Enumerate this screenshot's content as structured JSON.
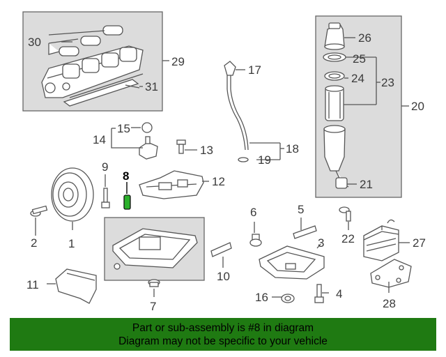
{
  "callouts": [
    "1",
    "2",
    "3",
    "4",
    "5",
    "6",
    "7",
    "8",
    "9",
    "10",
    "11",
    "12",
    "13",
    "14",
    "15",
    "16",
    "17",
    "18",
    "19",
    "20",
    "21",
    "22",
    "23",
    "24",
    "25",
    "26",
    "27",
    "28",
    "29",
    "30",
    "31"
  ],
  "highlight_callout": "8",
  "banner": {
    "line1": "Part or sub-assembly is #8 in diagram",
    "line2": "Diagram may not be specific to your vehicle"
  },
  "colors": {
    "line": "#555555",
    "box_fill": "#dcdcdc",
    "highlight": "#2bb02b",
    "banner": "#1f7a12"
  }
}
